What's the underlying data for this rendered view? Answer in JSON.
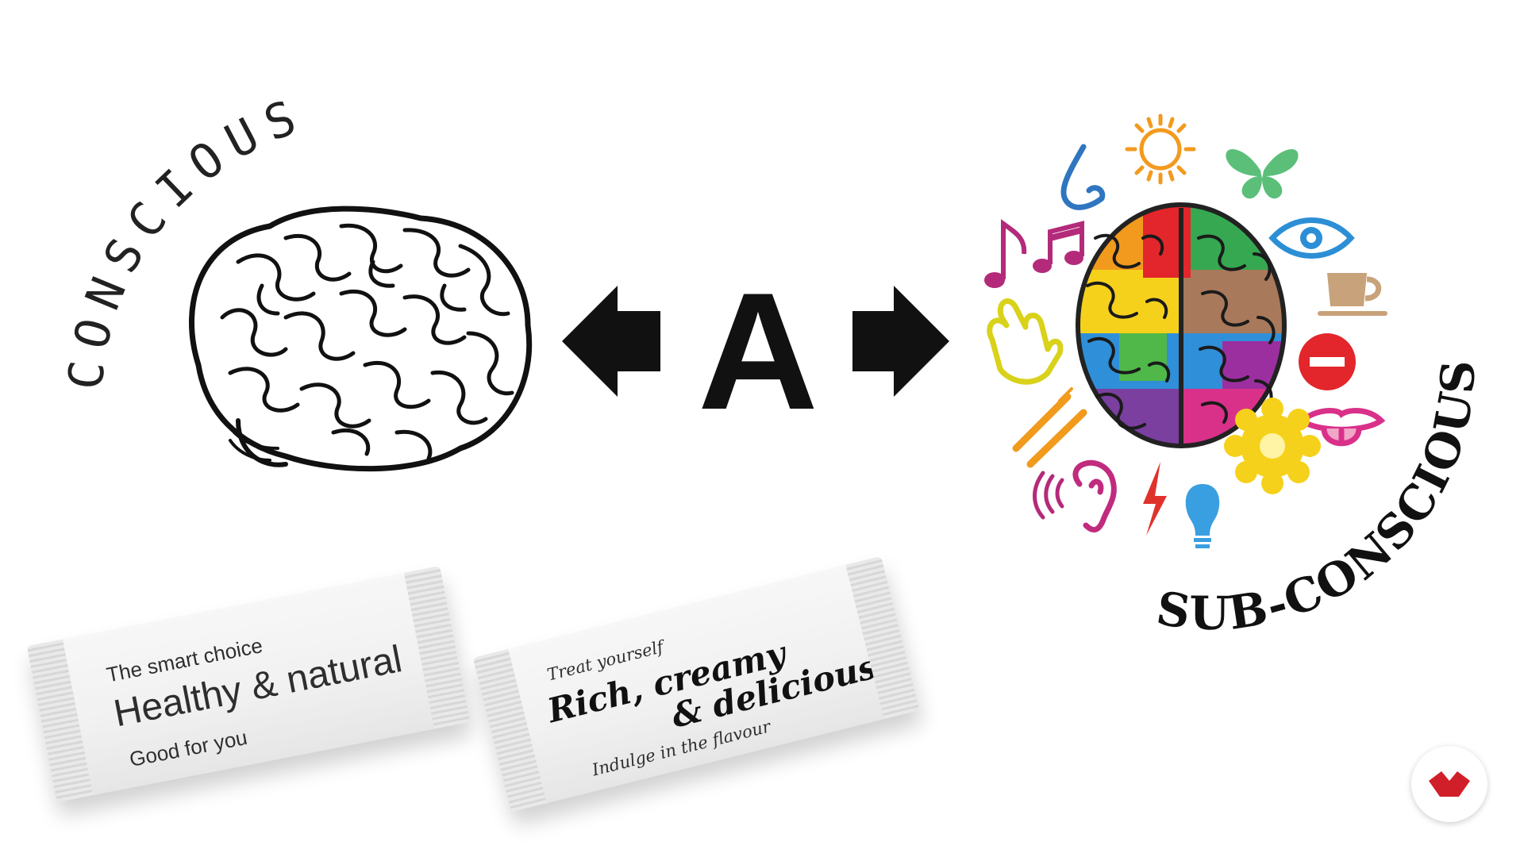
{
  "labels": {
    "conscious": "CONSCIOUS",
    "subconscious": "SUB-CONSCIOUS",
    "center_letter": "A"
  },
  "bars": [
    {
      "top_line": "The smart choice",
      "main_line": "Healthy & natural",
      "bottom_line": "Good for you"
    },
    {
      "top_line": "Treat yourself",
      "main_line_1": "Rich, creamy",
      "main_line_2": "& delicious",
      "bottom_line": "Indulge in the flavour"
    }
  ],
  "icons": [
    "music-notes-icon",
    "nose-icon",
    "sun-icon",
    "butterfly-icon",
    "eye-icon",
    "coffee-cup-icon",
    "no-entry-icon",
    "tongue-icon",
    "flower-icon",
    "lightbulb-icon",
    "lightning-icon",
    "ear-icon",
    "fork-knife-icon",
    "hand-icon"
  ],
  "colors": {
    "logo_red": "#d11f2a",
    "sun": "#f39a1e",
    "butterfly": "#5bbf7a",
    "eye": "#2c8fd6",
    "cup": "#c8a27a",
    "no_entry": "#e2262b",
    "tongue": "#d9318a",
    "flower": "#f6d11b",
    "bulb": "#3a9fe0",
    "bolt": "#e0322b",
    "ear": "#c12b7e",
    "cutlery": "#f19a1c",
    "hand": "#d9d21a",
    "notes": "#b42a7a",
    "nose": "#2f75c0"
  }
}
